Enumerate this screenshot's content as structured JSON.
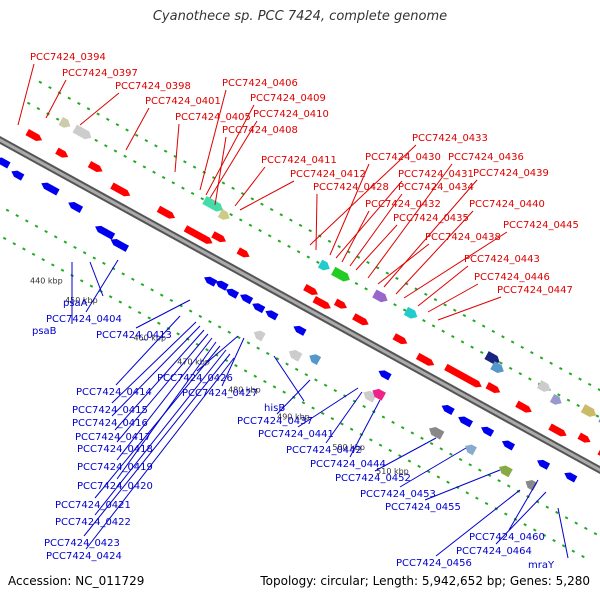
{
  "title": "Cyanothece sp. PCC 7424, complete genome",
  "accession": "Accession: NC_011729",
  "topology": "Topology: circular; Length: 5,942,652 bp; Genes: 5,280",
  "colors": {
    "forward_label": "#dd0000",
    "reverse_label": "#0000cc",
    "forward_gene": "#ff0000",
    "reverse_gene": "#0000ee",
    "backbone": "#888888",
    "tick": "#22aa22"
  },
  "scale_labels": [
    "440 kbp",
    "450 kbp",
    "460 kbp",
    "470 kbp",
    "480 kbp",
    "490 kbp",
    "500 kbp",
    "510 kbp"
  ],
  "forward_labels": [
    "PCC7424_0394",
    "PCC7424_0397",
    "PCC7424_0398",
    "PCC7424_0401",
    "PCC7424_0405",
    "PCC7424_0406",
    "PCC7424_0409",
    "PCC7424_0410",
    "PCC7424_0408",
    "PCC7424_0411",
    "PCC7424_0412",
    "PCC7424_0428",
    "PCC7424_0430",
    "PCC7424_0431",
    "PCC7424_0432",
    "PCC7424_0433",
    "PCC7424_0434",
    "PCC7424_0435",
    "PCC7424_0436",
    "PCC7424_0438",
    "PCC7424_0439",
    "PCC7424_0440",
    "PCC7424_0443",
    "PCC7424_0445",
    "PCC7424_0446",
    "PCC7424_0447"
  ],
  "reverse_labels": [
    "psaA",
    "psaB",
    "PCC7424_0404",
    "PCC7424_0413",
    "PCC7424_0414",
    "PCC7424_0415",
    "PCC7424_0416",
    "PCC7424_0417",
    "PCC7424_0418",
    "PCC7424_0419",
    "PCC7424_0420",
    "PCC7424_0421",
    "PCC7424_0422",
    "PCC7424_0423",
    "PCC7424_0424",
    "PCC7424_0426",
    "PCC7424_0427",
    "hisB",
    "PCC7424_0437",
    "PCC7424_0441",
    "PCC7424_0442",
    "PCC7424_0444",
    "PCC7424_0452",
    "PCC7424_0453",
    "PCC7424_0455",
    "PCC7424_0456",
    "PCC7424_0460",
    "PCC7424_0464",
    "mraY"
  ]
}
